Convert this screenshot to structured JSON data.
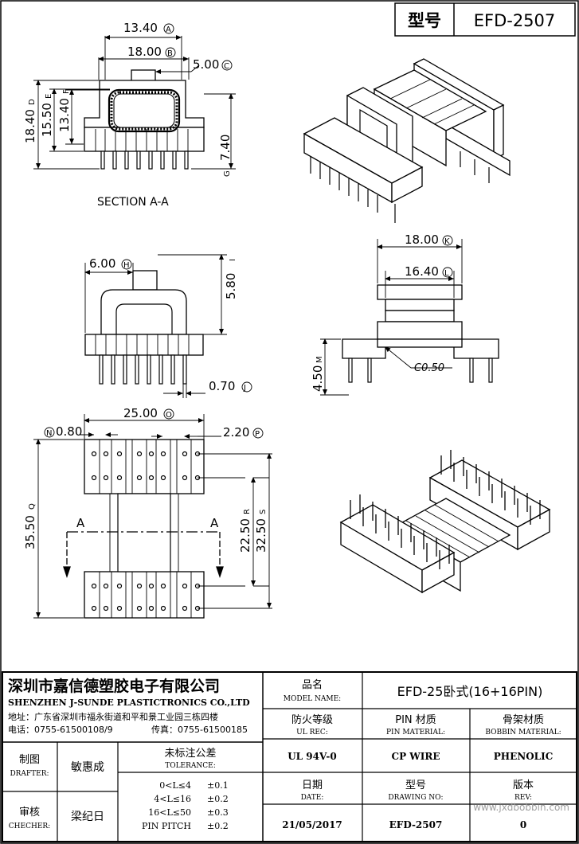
{
  "header": {
    "label": "型号",
    "value": "EFD-2507"
  },
  "views": {
    "section_label": "SECTION A-A",
    "section_dims": {
      "top_width": "13.40",
      "top_width_tag": "A",
      "mid_width": "18.00",
      "mid_width_tag": "B",
      "window": "5.00",
      "window_tag": "C",
      "height_total": "18.40",
      "height_total_tag": "D",
      "height_flange": "15.50",
      "height_flange_tag": "E",
      "height_inner": "13.40",
      "height_inner_tag": "F",
      "pin_len": "7.40",
      "pin_len_tag": "G"
    },
    "side_dims": {
      "width": "6.00",
      "width_tag": "H",
      "height": "5.80",
      "height_tag": "I",
      "pin_dia": "0.70",
      "pin_dia_tag": "J"
    },
    "front_dims": {
      "outer": "18.00",
      "outer_tag": "K",
      "inner": "16.40",
      "inner_tag": "L",
      "base": "4.50",
      "base_tag": "M",
      "chamfer": "C0.50"
    },
    "bottom_dims": {
      "pin_offset": "0.80",
      "pin_offset_tag": "N",
      "span": "25.00",
      "span_tag": "O",
      "pitch": "2.20",
      "pitch_tag": "P",
      "length": "35.50",
      "length_tag": "Q",
      "inner_len": "22.50",
      "inner_len_tag": "R",
      "outer_len": "32.50",
      "outer_len_tag": "S",
      "section_mark": "A"
    }
  },
  "title_block": {
    "company_cn": "深圳市嘉信德塑胶电子有限公司",
    "company_en": "SHENZHEN J-SUNDE PLASTICTRONICS CO.,LTD",
    "address": "地址：广东省深圳市福永街道和平和景工业园三栋四楼",
    "phone": "电话：0755-61500108/9",
    "fax": "传真：0755-61500185",
    "model_cn": "品名",
    "model_en": "MODEL NAME:",
    "model_value": "EFD-25卧式(16+16PIN)",
    "ul_cn": "防火等级",
    "ul_en": "UL REC:",
    "ul_value": "UL 94V-0",
    "pin_cn": "PIN 材质",
    "pin_en": "PIN MATERIAL:",
    "pin_value": "CP WIRE",
    "bobbin_cn": "骨架材质",
    "bobbin_en": "BOBBIN MATERIAL:",
    "bobbin_value": "PHENOLIC",
    "drafter_cn": "制图",
    "drafter_en": "DRAFTER:",
    "drafter_value": "敏惠成",
    "checker_cn": "审核",
    "checker_en": "CHECHER:",
    "checker_value": "梁纪日",
    "tol_cn": "未标注公差",
    "tol_en": "TOLERANCE:",
    "tolerances": [
      {
        "range": "0<L≤4",
        "value": "±0.1"
      },
      {
        "range": "4<L≤16",
        "value": "±0.2"
      },
      {
        "range": "16<L≤50",
        "value": "±0.3"
      },
      {
        "range": "PIN PITCH",
        "value": "±0.2"
      }
    ],
    "date_cn": "日期",
    "date_en": "DATE:",
    "date_value": "21/05/2017",
    "drawing_cn": "型号",
    "drawing_en": "DRAWING NO:",
    "drawing_value": "EFD-2507",
    "rev_cn": "版本",
    "rev_en": "REV:",
    "rev_value": "0",
    "watermark": "www.jxdbobbin.com"
  }
}
